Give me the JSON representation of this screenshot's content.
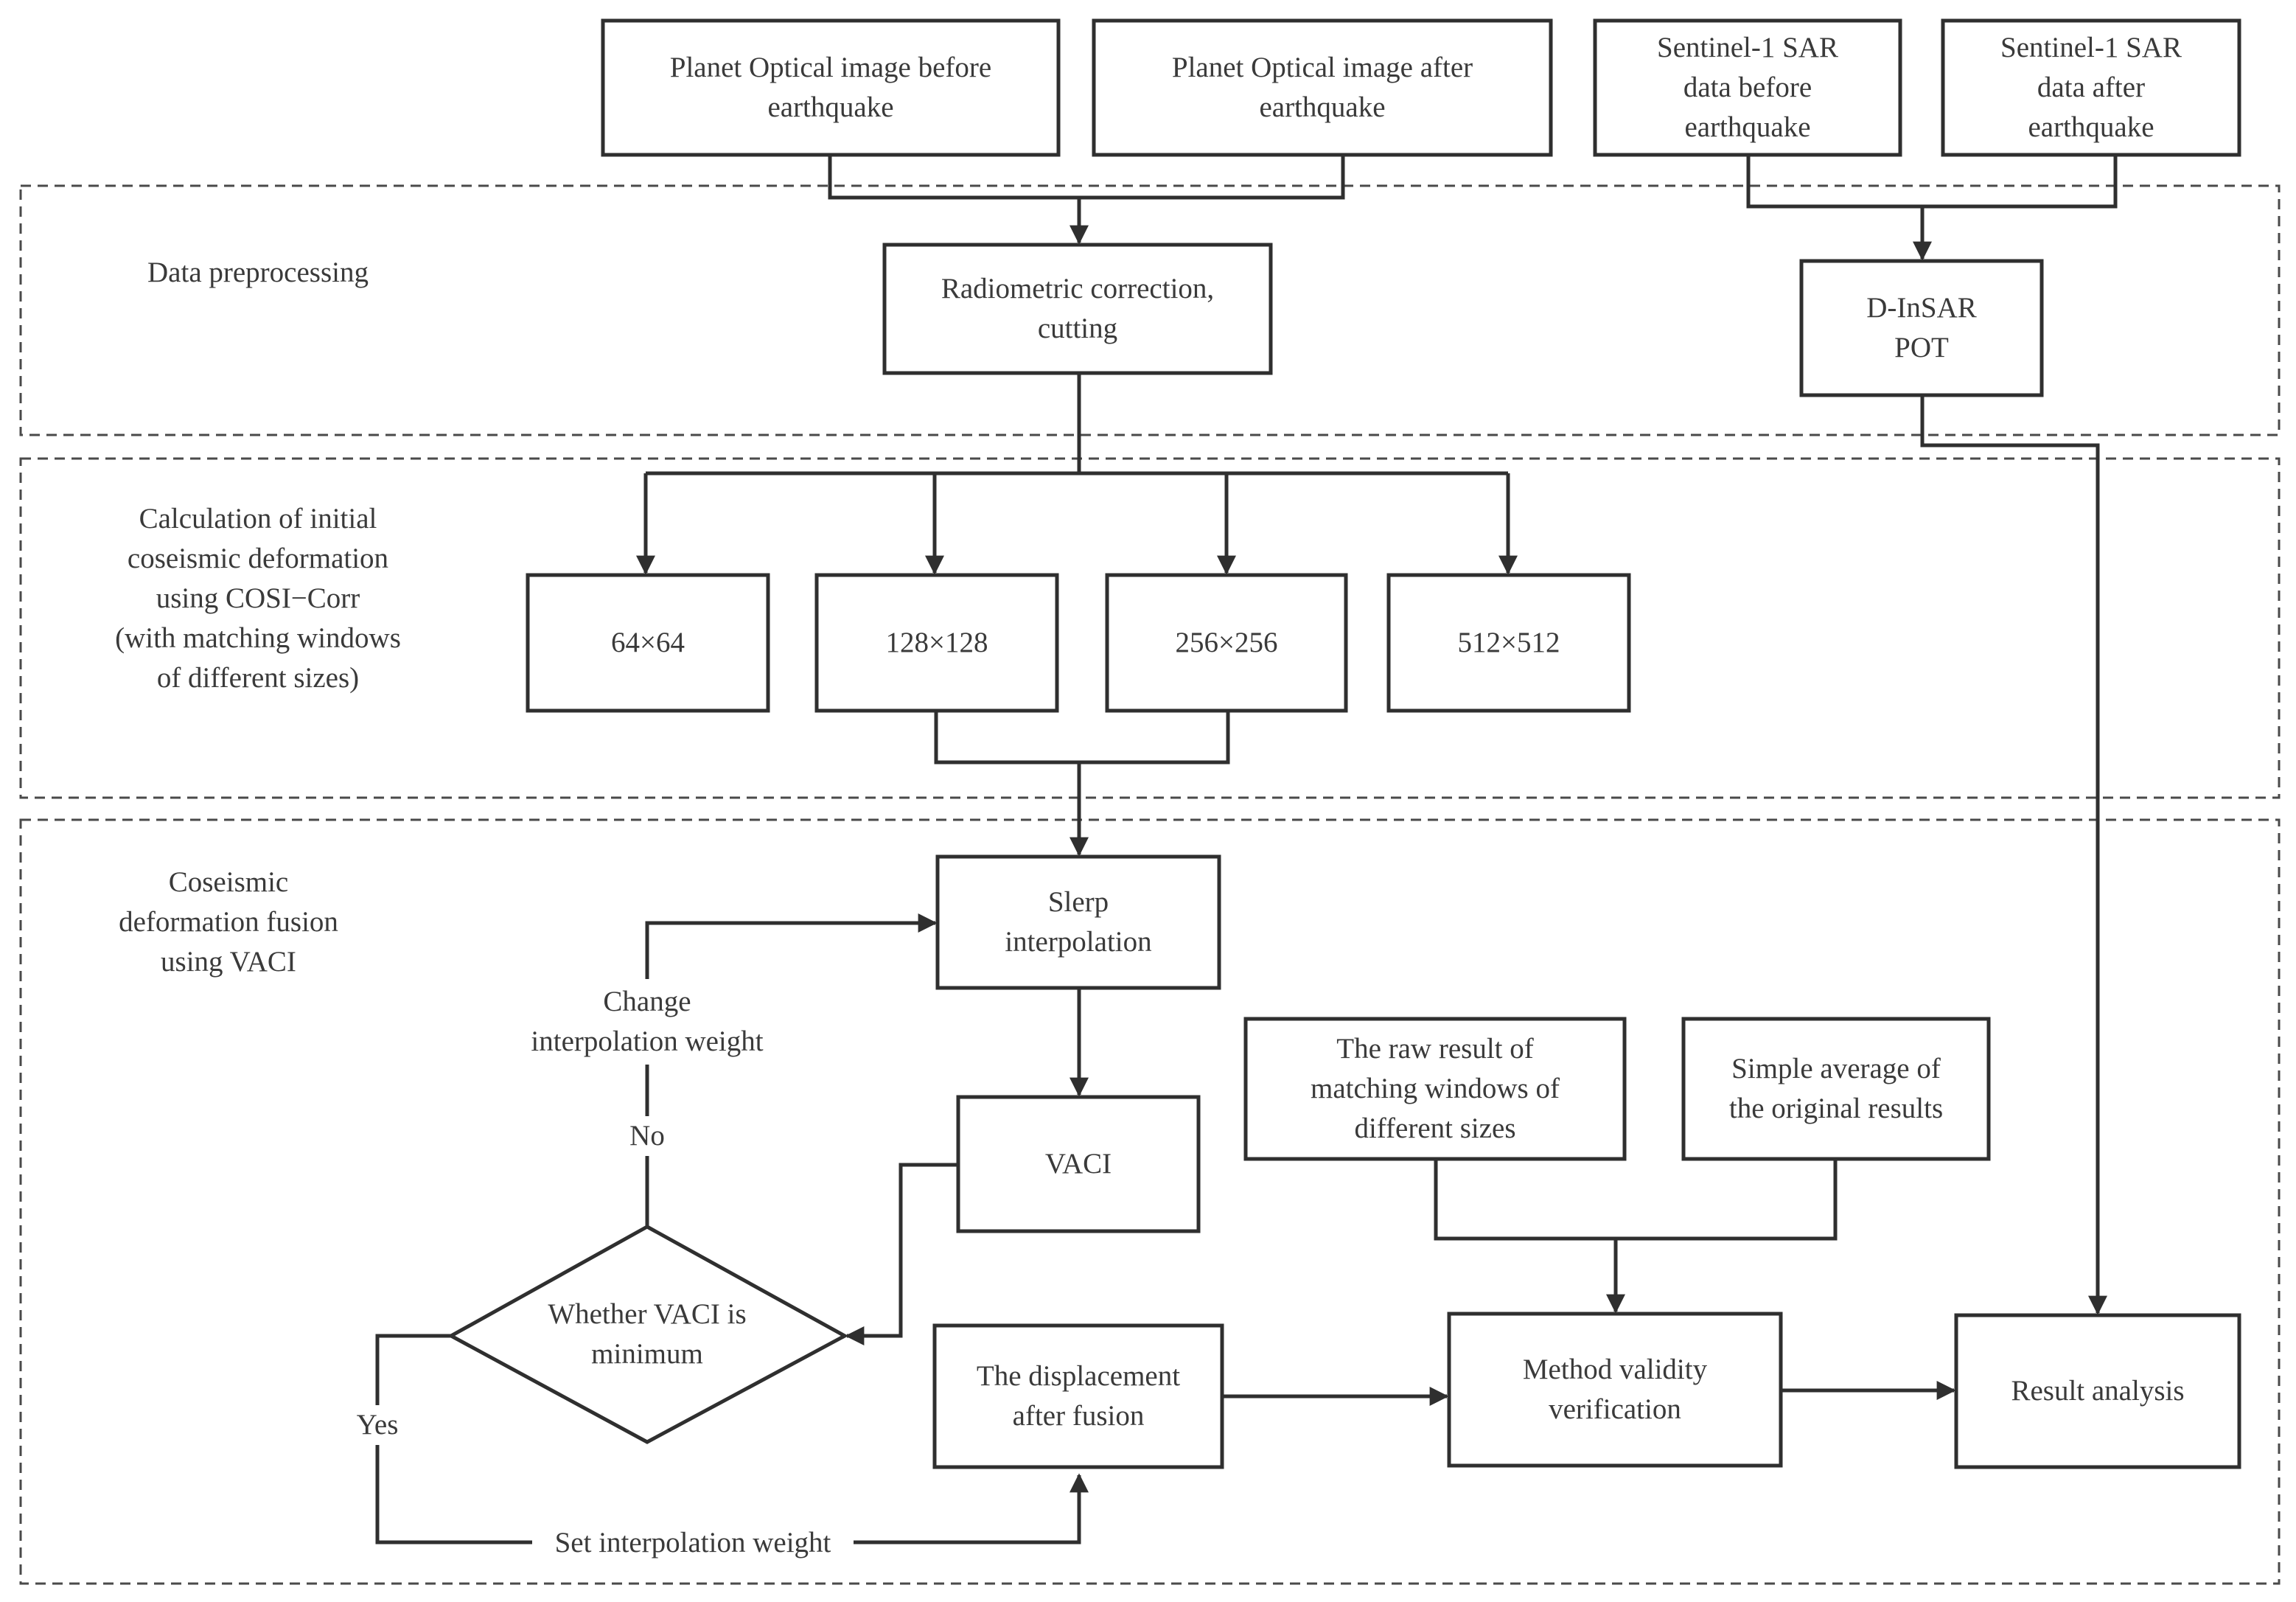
{
  "colors": {
    "stroke": "#2f2f2f",
    "text": "#3a3a3a",
    "background": "#ffffff",
    "dashed_border": "#4a4a4a"
  },
  "sections": {
    "preprocessing": "Data preprocessing",
    "cosi_corr": "Calculation of initial\ncoseismic deformation\nusing COSI−Corr\n(with matching windows\nof different sizes)",
    "fusion": "Coseismic\ndeformation fusion\nusing VACI"
  },
  "nodes": {
    "planet_before": "Planet Optical image before\nearthquake",
    "planet_after": "Planet Optical image after\nearthquake",
    "sar_before": "Sentinel-1 SAR\ndata before\nearthquake",
    "sar_after": "Sentinel-1 SAR\ndata after\nearthquake",
    "radiometric": "Radiometric correction,\ncutting",
    "dinsar": "D-InSAR\nPOT",
    "win64": "64×64",
    "win128": "128×128",
    "win256": "256×256",
    "win512": "512×512",
    "slerp": "Slerp\ninterpolation",
    "vaci": "VACI",
    "decision": "Whether VACI is\nminimum",
    "displacement": "The displacement\nafter fusion",
    "raw_result": "The raw result of\nmatching windows of\ndifferent sizes",
    "simple_average": "Simple average of\nthe original results",
    "validity": "Method validity\nverification",
    "result": "Result analysis"
  },
  "edge_labels": {
    "change_weight": "Change\ninterpolation weight",
    "no": "No",
    "yes": "Yes",
    "set_weight": "Set interpolation weight"
  }
}
